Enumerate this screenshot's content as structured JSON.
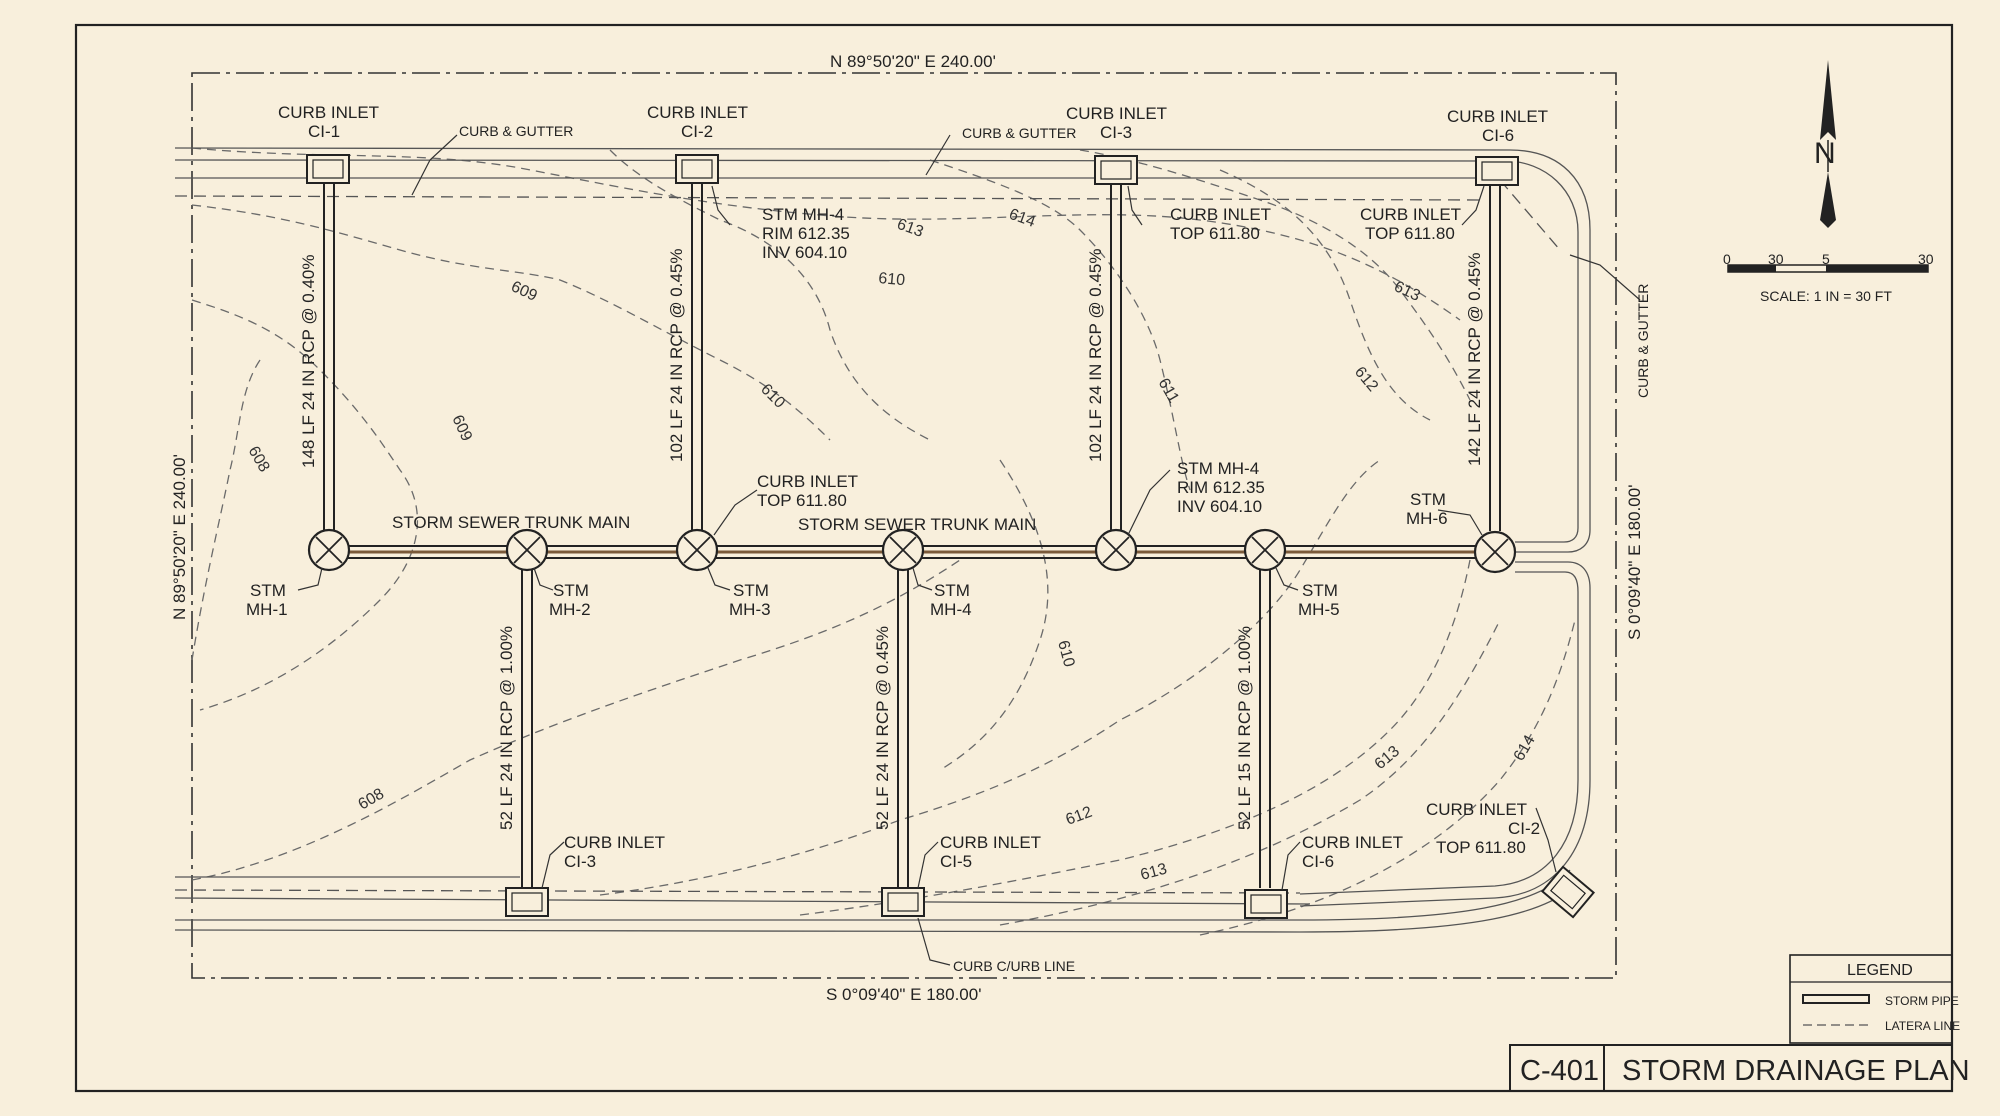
{
  "sheet": {
    "number": "C-401",
    "title": "STORM DRAINAGE PLAN"
  },
  "bearings": {
    "north": "N 89°50'20\" E  240.00'",
    "south": "S 0°09'40\" E  180.00'",
    "west": "N 89°50'20\" E  240.00'",
    "east": "S 0°09'40\" E  180.00'"
  },
  "north_arrow": {
    "label": "N"
  },
  "scale": {
    "ticks": [
      "0",
      "30",
      "5",
      "30"
    ],
    "caption": "SCALE: 1 IN = 30 FT"
  },
  "legend": {
    "title": "LEGEND",
    "items": [
      {
        "label": "STORM PIPE"
      },
      {
        "label": "LATERA LINE"
      }
    ]
  },
  "trunk_labels": [
    {
      "text": "STORM SEWER TRUNK MAIN"
    },
    {
      "text": "STORM SEWER TRUNK MAIN"
    }
  ],
  "manholes": [
    {
      "id": "mh1",
      "lines": [
        "STM",
        "MH-1"
      ]
    },
    {
      "id": "mh2",
      "lines": [
        "STM",
        "MH-2"
      ]
    },
    {
      "id": "mh3",
      "lines": [
        "STM",
        "MH-3"
      ]
    },
    {
      "id": "mh4",
      "lines": [
        "STM",
        "MH-4"
      ]
    },
    {
      "id": "mh4b",
      "lines": []
    },
    {
      "id": "mh5",
      "lines": [
        "STM",
        "MH-5"
      ]
    },
    {
      "id": "mh6",
      "lines": [
        "STM",
        "MH-6"
      ]
    }
  ],
  "inlets": [
    {
      "id": "ci1",
      "lines": [
        "CURB INLET",
        "CI-1"
      ]
    },
    {
      "id": "ci2",
      "lines": [
        "CURB INLET",
        "CI-2"
      ]
    },
    {
      "id": "ci3top",
      "lines": [
        "CURB INLET",
        "CI-3"
      ]
    },
    {
      "id": "ci6top",
      "lines": [
        "CURB INLET",
        "CI-6"
      ]
    },
    {
      "id": "ci3bot",
      "lines": [
        "CURB INLET",
        "CI-3"
      ]
    },
    {
      "id": "ci5bot",
      "lines": [
        "CURB INLET",
        "CI-5"
      ]
    },
    {
      "id": "ci6bot",
      "lines": [
        "CURB INLET",
        "CI-6"
      ]
    },
    {
      "id": "ci2corner",
      "lines": [
        "CURB INLET",
        "CI-2",
        "TOP 611.80"
      ]
    }
  ],
  "callouts": [
    {
      "id": "c1",
      "lines": [
        "STM MH-4",
        "RIM 612.35",
        "INV 604.10"
      ]
    },
    {
      "id": "c2",
      "lines": [
        "CURB INLET",
        "TOP 611.80"
      ]
    },
    {
      "id": "c3",
      "lines": [
        "CURB INLET",
        "TOP 611.80"
      ]
    },
    {
      "id": "c4",
      "lines": [
        "CURB INLET",
        "TOP 611.80"
      ]
    },
    {
      "id": "c5",
      "lines": [
        "STM MH-4",
        "RIM 612.35",
        "INV 604.10"
      ]
    }
  ],
  "pipe_labels": [
    {
      "text": "148 LF 24 IN RCP @ 0.40%"
    },
    {
      "text": "102 LF 24 IN RCP @ 0.45%"
    },
    {
      "text": "102 LF 24 IN RCP @ 0.45%"
    },
    {
      "text": "142 LF 24 IN RCP @ 0.45%"
    },
    {
      "text": "52 LF 24 IN RCP @ 1.00%"
    },
    {
      "text": "52 LF 24 IN RCP @ 0.45%"
    },
    {
      "text": "52 LF 15 IN RCP @ 1.00%"
    }
  ],
  "curb_labels": [
    {
      "text": "CURB & GUTTER"
    },
    {
      "text": "CURB & GUTTER"
    },
    {
      "text": "CURB & GUTTER"
    },
    {
      "text": "CURB C/URB LINE"
    }
  ],
  "contour_labels": [
    "609",
    "609",
    "608",
    "608",
    "610",
    "610",
    "613",
    "614",
    "611",
    "612",
    "613",
    "610",
    "612",
    "613",
    "613",
    "614"
  ]
}
